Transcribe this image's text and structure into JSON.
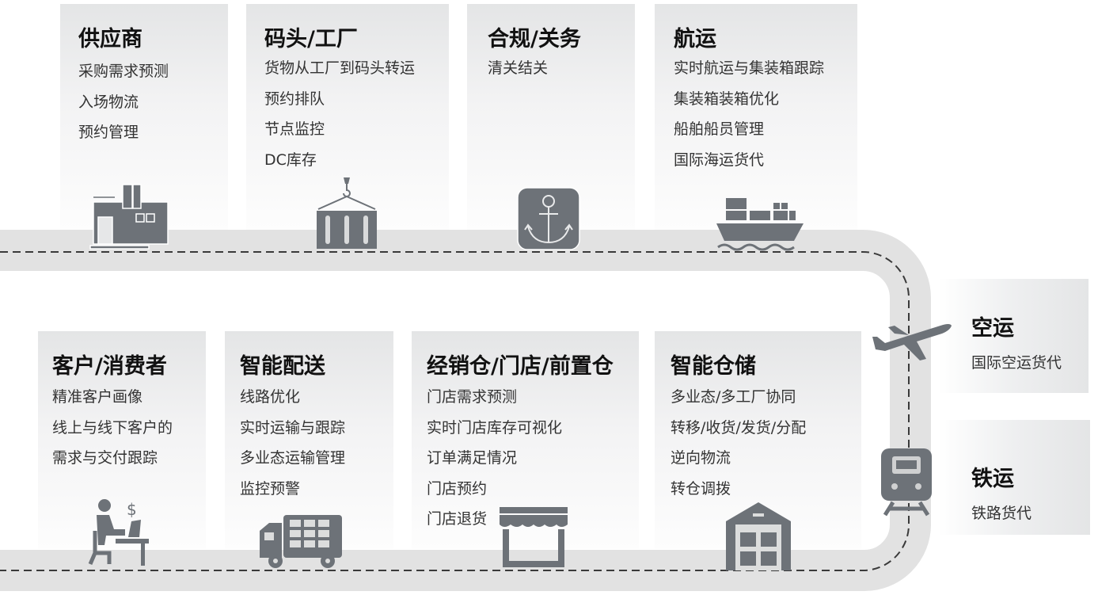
{
  "top_row": [
    {
      "title": "供应商",
      "items": [
        "采购需求预测",
        "入场物流",
        "预约管理"
      ],
      "icon": "factory-icon"
    },
    {
      "title": "码头/工厂",
      "items": [
        "货物从工厂到码头转运",
        "预约排队",
        "节点监控",
        "DC库存"
      ],
      "icon": "container-crane-icon"
    },
    {
      "title": "合规/关务",
      "items": [
        "清关结关"
      ],
      "icon": "anchor-icon"
    },
    {
      "title": "航运",
      "items": [
        "实时航运与集装箱跟踪",
        "集装箱装箱优化",
        "船舶船员管理",
        "国际海运货代"
      ],
      "icon": "cargo-ship-icon"
    }
  ],
  "bottom_row": [
    {
      "title": "客户/消费者",
      "items": [
        "精准客户画像",
        "线上与线下客户的",
        "需求与交付跟踪"
      ],
      "icon": "customer-desk-icon"
    },
    {
      "title": "智能配送",
      "items": [
        "线路优化",
        "实时运输与跟踪",
        "多业态运输管理",
        "监控预警"
      ],
      "icon": "delivery-truck-icon"
    },
    {
      "title": "经销仓/门店/前置仓",
      "items": [
        "门店需求预测",
        "实时门店库存可视化",
        "订单满足情况",
        "门店预约",
        "门店退货"
      ],
      "icon": "store-icon"
    },
    {
      "title": "智能仓储",
      "items": [
        "多业态/多工厂协同",
        "转移/收货/发货/分配",
        "逆向物流",
        "转仓调拨"
      ],
      "icon": "warehouse-icon"
    }
  ],
  "side": [
    {
      "title": "空运",
      "subtitle": "国际空运货代",
      "icon": "airplane-icon"
    },
    {
      "title": "铁运",
      "subtitle": "铁路货代",
      "icon": "train-icon"
    }
  ],
  "colors": {
    "icon": "#6d7278",
    "road": "#e2e2e2",
    "dash": "#3a3a3a"
  }
}
